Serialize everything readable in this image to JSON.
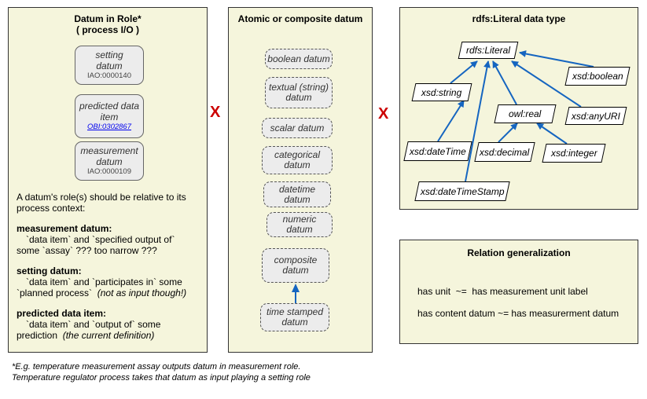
{
  "panel1": {
    "title_line1": "Datum in Role*",
    "title_line2": "( process I/O )",
    "boxes": [
      {
        "line1": "setting",
        "line2": "datum",
        "code": "IAO:0000140"
      },
      {
        "line1": "predicted data",
        "line2": "item",
        "link": "OBI:0302867"
      },
      {
        "line1": "measurement",
        "line2": "datum",
        "code": "IAO:0000109"
      }
    ],
    "intro_line1": "A datum's role(s) should be relative to its",
    "intro_line2": "process context:",
    "measurement_heading": "measurement datum:",
    "measurement_line1": "`data item` and `specified output of`",
    "measurement_line2": "some `assay` ??? too narrow ???",
    "setting_heading": "setting datum:",
    "setting_line1": "`data item` and `participates in` some",
    "setting_line2": "`planned process`",
    "setting_note": "(not as input though!)",
    "predicted_heading": "predicted data item:",
    "predicted_line1": "`data item` and `output of` some",
    "predicted_line2": "prediction",
    "predicted_note": "(the current definition)"
  },
  "x_mark": "X",
  "panel2": {
    "title": "Atomic or composite datum",
    "boxes": [
      {
        "line1": "boolean datum"
      },
      {
        "line1": "textual (string)",
        "line2": "datum"
      },
      {
        "line1": "scalar datum"
      },
      {
        "line1": "categorical",
        "line2": "datum"
      },
      {
        "line1": "datetime",
        "line2": "datum"
      },
      {
        "line1": "numeric",
        "line2": "datum"
      },
      {
        "line1": "composite",
        "line2": "datum"
      },
      {
        "line1": "time stamped",
        "line2": "datum"
      }
    ]
  },
  "panel3": {
    "title": "rdfs:Literal data type",
    "nodes": {
      "literal": "rdfs:Literal",
      "boolean": "xsd:boolean",
      "string": "xsd:string",
      "real": "owl:real",
      "anyuri": "xsd:anyURI",
      "datetime": "xsd:dateTime",
      "decimal": "xsd:decimal",
      "integer": "xsd:integer",
      "datetimestamp": "xsd:dateTimeStamp"
    }
  },
  "panel4": {
    "title": "Relation generalization",
    "line1": "has unit  ~=  has measurement unit label",
    "line2": "has content datum ~= has measurerment datum"
  },
  "footnote": {
    "line1": "*E.g. temperature measurement assay outputs datum in measurement role.",
    "line2": "Temperature regulator process takes that datum as input playing a setting role"
  },
  "colors": {
    "arrow": "#1565c0",
    "x_mark": "#cc0000",
    "panel_bg": "#f5f5dc"
  }
}
